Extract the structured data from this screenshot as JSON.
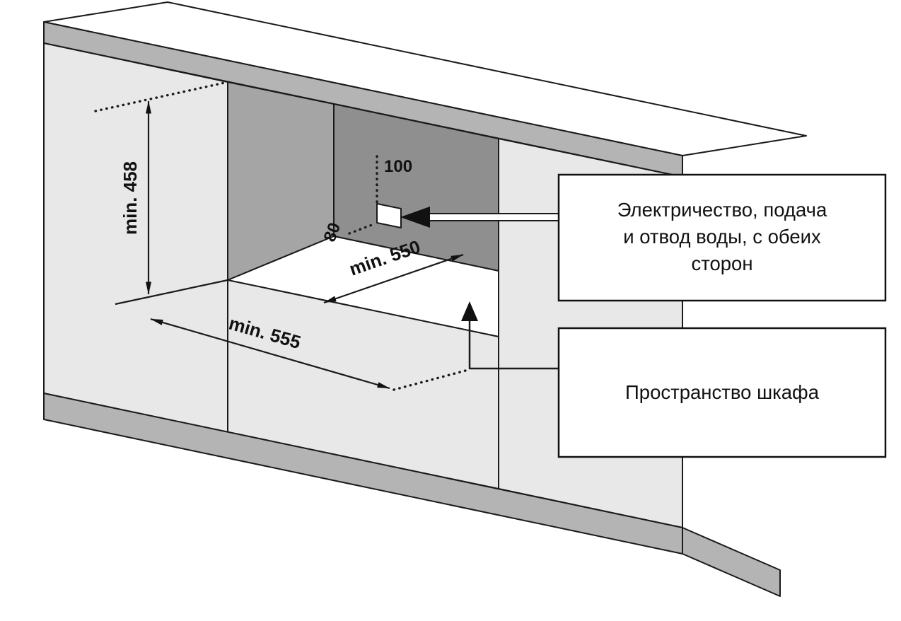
{
  "diagram": {
    "title_hint": "built-in appliance niche installation drawing",
    "dimensions": {
      "height": "min. 458",
      "width_bottom": "min. 555",
      "depth_floor": "min. 550",
      "hole_top_offset": "100",
      "hole_side_offset": "80"
    },
    "callouts": {
      "utilities": {
        "line1": "Электричество, подача",
        "line2": "и отвод воды, с обеих",
        "line3": "сторон"
      },
      "cabinet_space": {
        "label": "Пространство шкафа"
      }
    },
    "colors": {
      "background": "#ffffff",
      "panel": "#e8e8e8",
      "edge_band": "#b4b4b4",
      "inner_wall": "#a5a5a5",
      "back_wall": "#8f8f8f",
      "surface_white": "#ffffff",
      "line": "#1a1a1a"
    }
  }
}
